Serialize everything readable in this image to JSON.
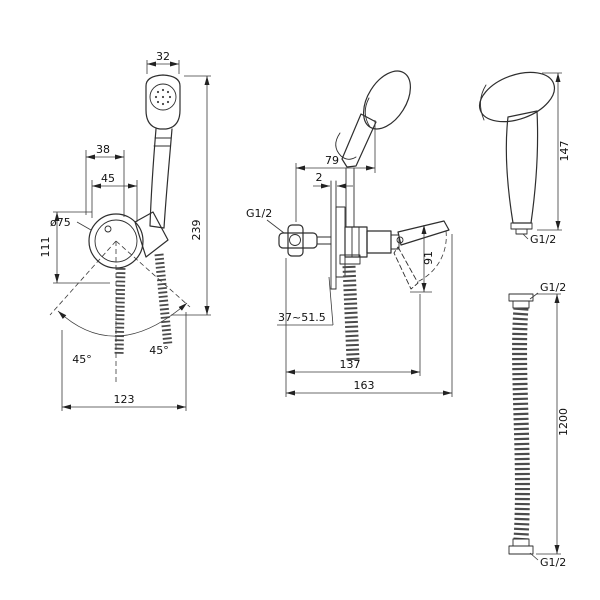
{
  "front": {
    "dim_32": "32",
    "dim_38": "38",
    "dim_45": "45",
    "dim_dia75": "ø75",
    "dim_111": "111",
    "dim_239": "239",
    "dim_123": "123",
    "angle_left": "45°",
    "angle_right": "45°"
  },
  "side": {
    "dim_79": "79",
    "dim_2": "2",
    "thread": "G1/2",
    "dim_range": "37~51.5",
    "dim_91": "91",
    "dim_137": "137",
    "dim_163": "163"
  },
  "sprayer": {
    "dim_147": "147",
    "thread": "G1/2"
  },
  "hose": {
    "thread_top": "G1/2",
    "dim_1200": "1200",
    "thread_bottom": "G1/2"
  }
}
